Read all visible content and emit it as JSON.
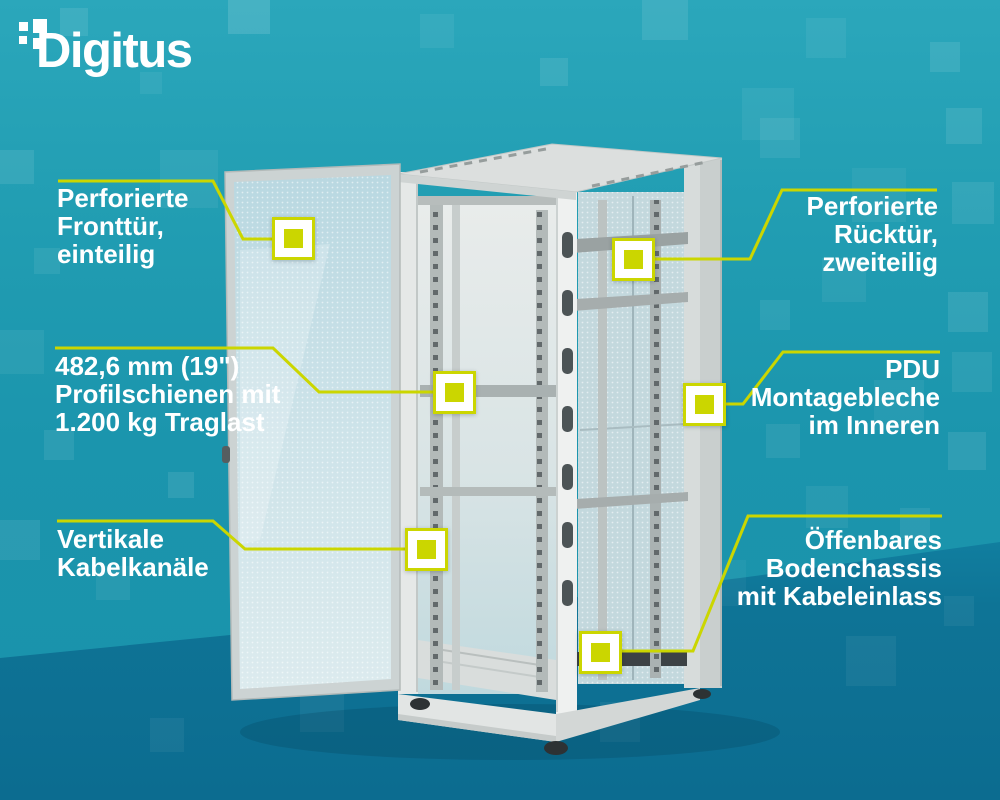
{
  "brand": {
    "name": "Digitus"
  },
  "colors": {
    "accent": "#cbd600",
    "background_top": "#2ba7bb",
    "background_bottom": "#0c6d91",
    "label_text": "#ffffff"
  },
  "callouts": [
    {
      "id": "front-door",
      "side": "left",
      "label": "Perforierte\nFronttür,\neinteilig"
    },
    {
      "id": "profile-rails",
      "side": "left",
      "label": "482,6 mm (19\")\nProfilschienen mit\n1.200 kg Traglast"
    },
    {
      "id": "cable-channels",
      "side": "left",
      "label": "Vertikale\nKabelkanäle"
    },
    {
      "id": "rear-door",
      "side": "right",
      "label": "Perforierte\nRücktür,\nzweiteilig"
    },
    {
      "id": "pdu-plates",
      "side": "right",
      "label": "PDU\nMontagebleche\nim Inneren"
    },
    {
      "id": "bottom-chassis",
      "side": "right",
      "label": "Öffenbares\nBodenchassis\nmit Kabeleinlass"
    }
  ]
}
